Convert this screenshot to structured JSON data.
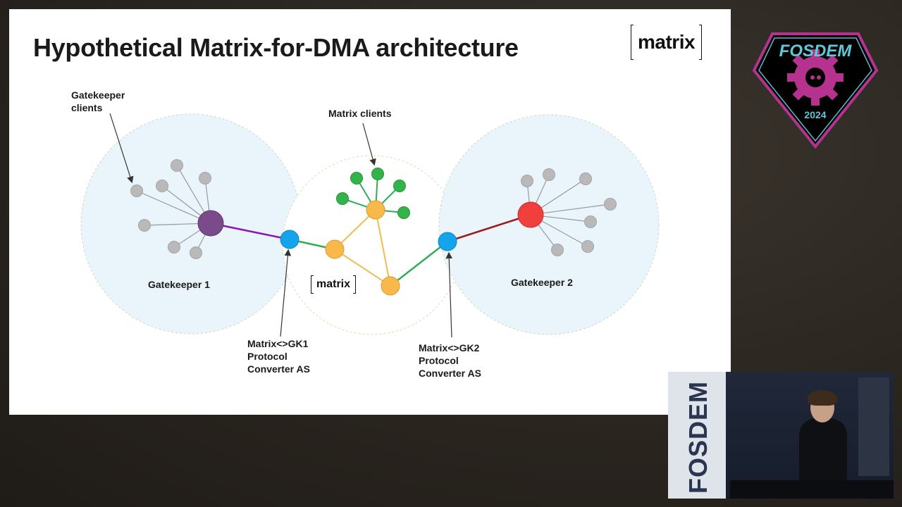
{
  "slide": {
    "title": "Hypothetical Matrix-for-DMA architecture",
    "logo_text": "matrix"
  },
  "diagram": {
    "labels": {
      "gk_clients_1": "Gatekeeper",
      "gk_clients_2": "clients",
      "matrix_clients": "Matrix clients",
      "gatekeeper1": "Gatekeeper 1",
      "gatekeeper2": "Gatekeeper 2",
      "center_logo": "matrix",
      "conv1_line1": "Matrix<>GK1",
      "conv1_line2": "Protocol",
      "conv1_line3": "Converter AS",
      "conv2_line1": "Matrix<>GK2",
      "conv2_line2": "Protocol",
      "conv2_line3": "Converter AS"
    },
    "colors": {
      "region_fill": "#eaf4fb",
      "gk1_hub": "#7a4a8a",
      "gk2_hub": "#f0403e",
      "gk_client": "#b9b9b9",
      "matrix_server": "#f8b94a",
      "matrix_client": "#33b34a",
      "bridge": "#14a4ec",
      "link_gk1": "#8b18b0",
      "link_gk2": "#9a1e1e",
      "link_bridge": "#2fae57",
      "link_federation": "#f0c060"
    }
  },
  "branding": {
    "conference": "FOSDEM",
    "year": "2024"
  }
}
